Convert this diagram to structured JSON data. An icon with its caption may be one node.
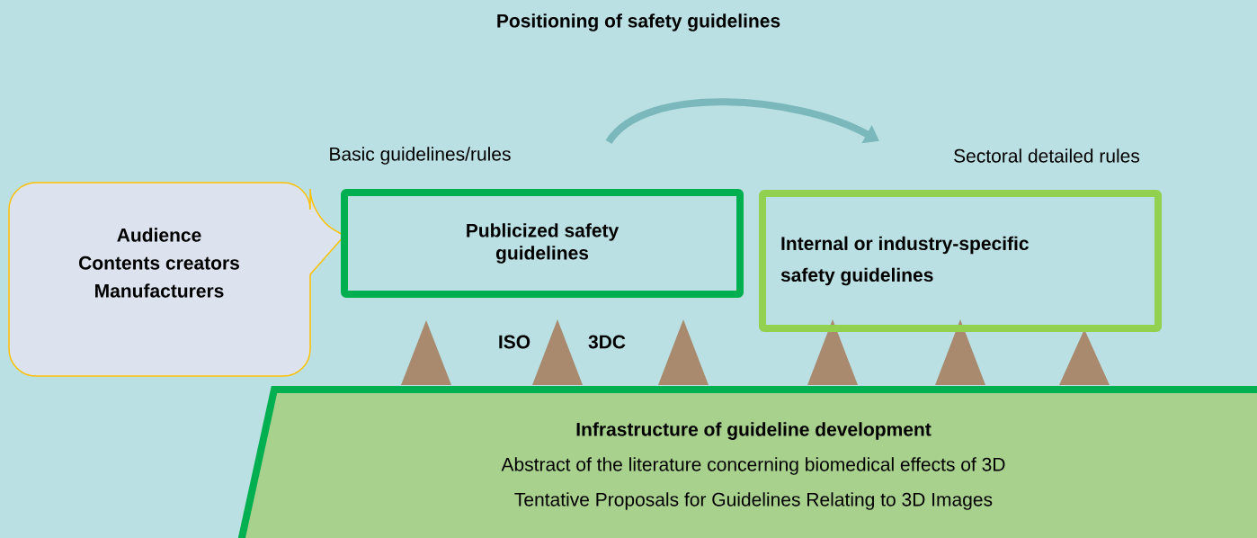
{
  "diagram": {
    "title": "Positioning of safety guidelines",
    "nodes": [
      {
        "text": [
          "Audience",
          "Contents creators",
          "Manufacturers"
        ]
      },
      {
        "text": [
          "Publicized safety guidelines"
        ],
        "beside": [
          "Basic guidelines/rules"
        ]
      },
      {
        "text": [
          "Internal or industry-specific",
          "safety guidelines"
        ],
        "beside": [
          "Sectoral detailed rules"
        ]
      },
      {
        "text": [
          "Infrastructure of guideline development",
          "Abstract of the literature concerning biomedical effects of 3D",
          "Tentative Proposals for Guidelines Relating to 3D Images"
        ]
      }
    ],
    "edges": [
      {
        "from": 1,
        "to": 2,
        "arrow": "to"
      }
    ],
    "labels": [
      "ISO",
      "3DC"
    ]
  }
}
